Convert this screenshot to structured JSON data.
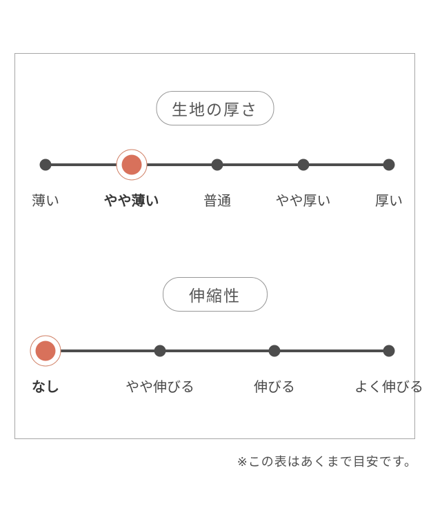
{
  "chart_data": [
    {
      "type": "scale",
      "title": "生地の厚さ",
      "options": [
        "薄い",
        "やや薄い",
        "普通",
        "やや厚い",
        "厚い"
      ],
      "selected_index": 1,
      "selected_label": "やや薄い",
      "num_points": 5,
      "legend_position": "none",
      "grid": false
    },
    {
      "type": "scale",
      "title": "伸縮性",
      "options": [
        "なし",
        "やや伸びる",
        "伸びる",
        "よく伸びる"
      ],
      "selected_index": 0,
      "selected_label": "なし",
      "num_points": 4,
      "legend_position": "none",
      "grid": false
    }
  ],
  "footnote": "※この表はあくまで目安です。",
  "colors": {
    "selected_dot": "#d8715b",
    "selected_ring": "#d08066",
    "dot": "#4d4d4d",
    "line": "#4d4d4d",
    "text": "#474747",
    "box_border": "#a6a6a6",
    "pill_border": "#979797",
    "pill_text": "#555555",
    "note_text": "#4f4f4f"
  }
}
